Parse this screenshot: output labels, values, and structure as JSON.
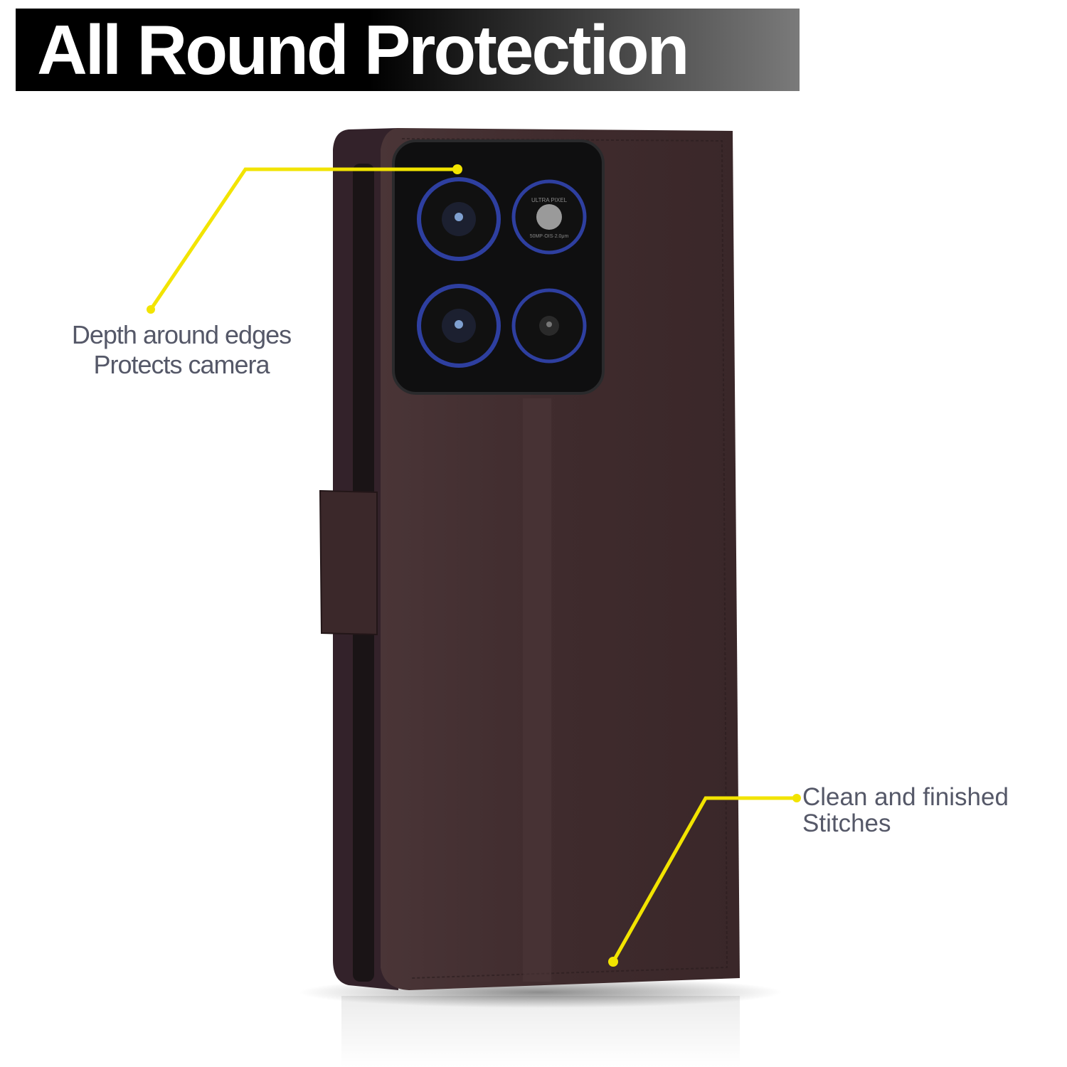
{
  "banner": {
    "title": "All Round Protection"
  },
  "callouts": [
    {
      "lines": [
        "Depth around edges",
        "Protects camera"
      ]
    },
    {
      "lines": [
        "Clean and finished",
        "Stitches"
      ]
    }
  ],
  "camera": {
    "lens_ring_text": "ULTRA PIXEL",
    "lens_spec_text": "50MP·OIS·2.0μm"
  },
  "colors": {
    "leather": "#3f2b2d",
    "callout_line": "#f2e400",
    "label_text": "#555868",
    "lens_ring": "#2a3a9a"
  }
}
